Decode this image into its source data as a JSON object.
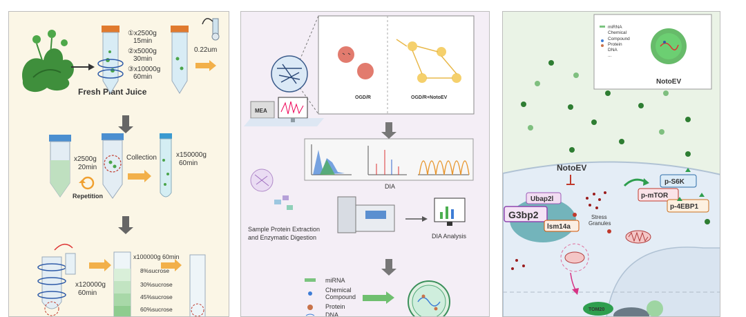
{
  "panel1": {
    "plant_label": "Fresh Plant Juice",
    "step1_speeds": [
      "①x2500g",
      "15min",
      "②x5000g",
      "30min",
      "③x10000g",
      "60min"
    ],
    "filter_label": "0.22um",
    "step2_left": [
      "x2500g",
      "20min"
    ],
    "repetition_label": "Repetition",
    "collection_label": "Collection",
    "step2_right": [
      "x150000g",
      "60min"
    ],
    "step3_left": [
      "x120000g",
      "60min"
    ],
    "step3_gradient_title": "x100000g 60min",
    "sucrose_layers": [
      "8%sucrose",
      "30%sucrose",
      "45%sucrose",
      "60%sucrose"
    ]
  },
  "panel2": {
    "mea_label": "MEA",
    "ogdr_label": "OGD/R",
    "ogdr_notoev_label": "OGD/R+NotoEV",
    "dia_label": "DIA",
    "sample_label_lines": [
      "Sample Protein Extraction",
      "and Enzymatic Digestion"
    ],
    "dia_analysis_label": "DIA Analysis",
    "cargo_legend": [
      "miRNA",
      "Chemical",
      "Compound",
      "Protein",
      "DNA"
    ]
  },
  "panel3": {
    "legend": [
      "miRNA",
      "Chemical",
      "Compound",
      "Protein",
      "DNA",
      "..."
    ],
    "notoev_top": "NotoEV",
    "notoev_mid": "NotoEV",
    "ubap2l": "Ubap2l",
    "g3bp2": "G3bp2",
    "lsm14a": "lsm14a",
    "stress_granules": [
      "Stress",
      "Granules"
    ],
    "p_s6k": "p-S6K",
    "p_mtor": "p-mTOR",
    "p_4ebp1": "p-4EBP1",
    "tom20": "TOM20"
  },
  "colors": {
    "panel1_bg": "#fbf6e6",
    "panel2_bg": "#f4eef6",
    "panel3_bg": "#eaf3e6",
    "accent_orange": "#f0a030",
    "green": "#2f8f3a"
  }
}
